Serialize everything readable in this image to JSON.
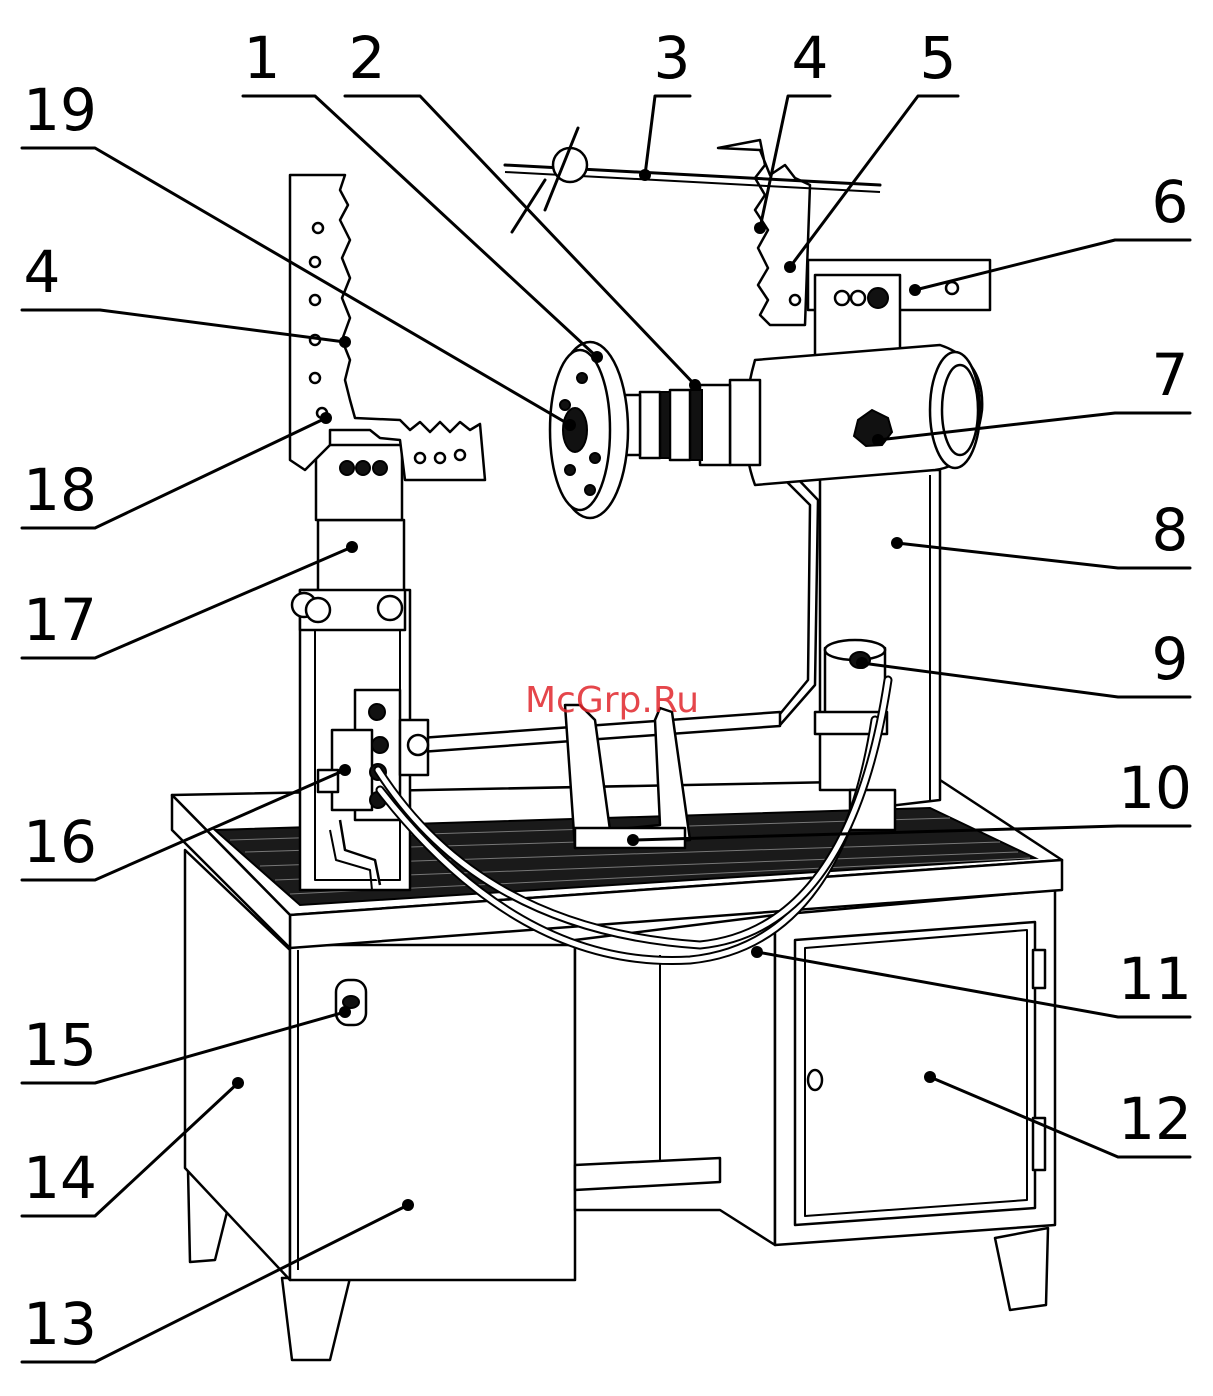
{
  "watermark": "McGrp.Ru",
  "callouts": [
    {
      "id": "c1",
      "label": "1"
    },
    {
      "id": "c2",
      "label": "2"
    },
    {
      "id": "c3",
      "label": "3"
    },
    {
      "id": "c4a",
      "label": "4"
    },
    {
      "id": "c5",
      "label": "5"
    },
    {
      "id": "c19",
      "label": "19"
    },
    {
      "id": "c6",
      "label": "6"
    },
    {
      "id": "c4b",
      "label": "4"
    },
    {
      "id": "c7",
      "label": "7"
    },
    {
      "id": "c18",
      "label": "18"
    },
    {
      "id": "c8",
      "label": "8"
    },
    {
      "id": "c17",
      "label": "17"
    },
    {
      "id": "c9",
      "label": "9"
    },
    {
      "id": "c10",
      "label": "10"
    },
    {
      "id": "c16",
      "label": "16"
    },
    {
      "id": "c11",
      "label": "11"
    },
    {
      "id": "c15",
      "label": "15"
    },
    {
      "id": "c12",
      "label": "12"
    },
    {
      "id": "c14",
      "label": "14"
    },
    {
      "id": "c13",
      "label": "13"
    }
  ]
}
